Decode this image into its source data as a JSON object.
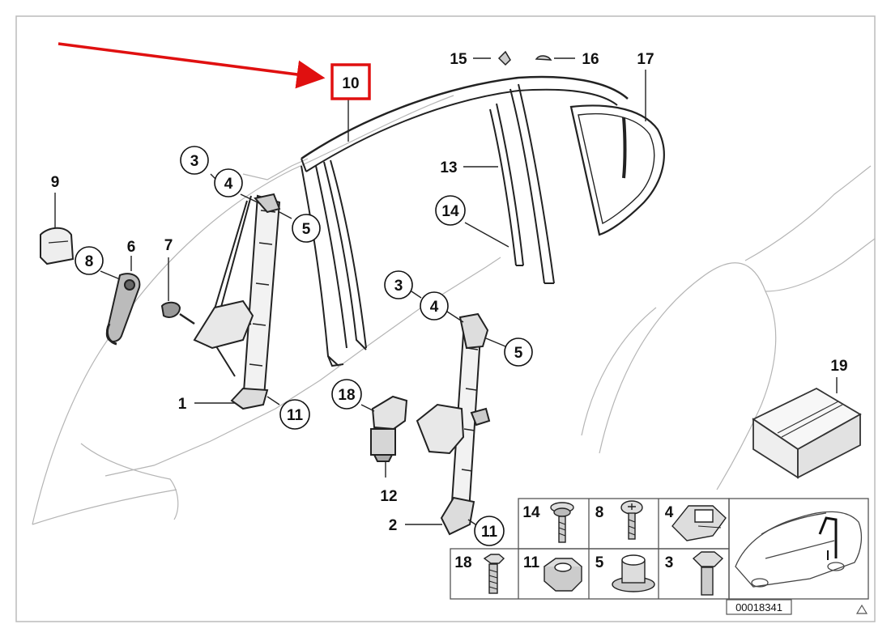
{
  "diagram": {
    "highlight_color": "#e01010",
    "line_color": "#111111",
    "outline_color": "#444444",
    "callouts": [
      {
        "id": "c1",
        "label": "1",
        "circled": false
      },
      {
        "id": "c2",
        "label": "2",
        "circled": false
      },
      {
        "id": "c3a",
        "label": "3",
        "circled": true
      },
      {
        "id": "c3b",
        "label": "3",
        "circled": true
      },
      {
        "id": "c4a",
        "label": "4",
        "circled": true
      },
      {
        "id": "c4b",
        "label": "4",
        "circled": true
      },
      {
        "id": "c5a",
        "label": "5",
        "circled": true
      },
      {
        "id": "c5b",
        "label": "5",
        "circled": true
      },
      {
        "id": "c6",
        "label": "6",
        "circled": false
      },
      {
        "id": "c7",
        "label": "7",
        "circled": false
      },
      {
        "id": "c8",
        "label": "8",
        "circled": true
      },
      {
        "id": "c9",
        "label": "9",
        "circled": false
      },
      {
        "id": "c10",
        "label": "10",
        "circled": false,
        "highlighted": true
      },
      {
        "id": "c11a",
        "label": "11",
        "circled": true
      },
      {
        "id": "c11b",
        "label": "11",
        "circled": true
      },
      {
        "id": "c12",
        "label": "12",
        "circled": false
      },
      {
        "id": "c13",
        "label": "13",
        "circled": false
      },
      {
        "id": "c14",
        "label": "14",
        "circled": true
      },
      {
        "id": "c15",
        "label": "15",
        "circled": false
      },
      {
        "id": "c16",
        "label": "16",
        "circled": false
      },
      {
        "id": "c17",
        "label": "17",
        "circled": false
      },
      {
        "id": "c18",
        "label": "18",
        "circled": true
      },
      {
        "id": "c19",
        "label": "19",
        "circled": false
      }
    ],
    "parts_grid": [
      {
        "id": "g14",
        "label": "14",
        "part": "collar-screw"
      },
      {
        "id": "g8",
        "label": "8",
        "part": "torx-screw"
      },
      {
        "id": "g4",
        "label": "4",
        "part": "clip-nut"
      },
      {
        "id": "g18",
        "label": "18",
        "part": "hex-screw"
      },
      {
        "id": "g11",
        "label": "11",
        "part": "hex-nut"
      },
      {
        "id": "g5",
        "label": "5",
        "part": "bushing"
      },
      {
        "id": "g3",
        "label": "3",
        "part": "hex-bolt"
      }
    ],
    "diagram_id": "00018341"
  }
}
